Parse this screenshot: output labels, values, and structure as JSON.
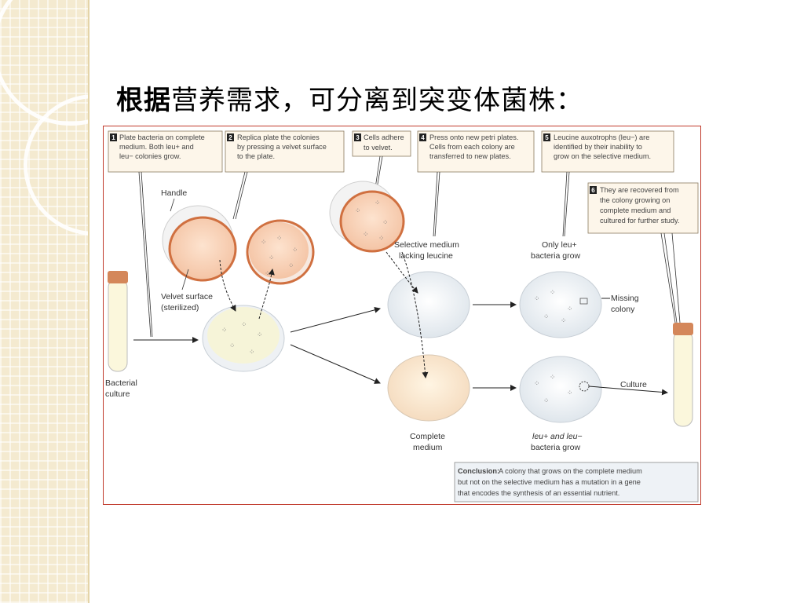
{
  "slide": {
    "title_bold": "根据",
    "title_rest": "营养需求，可分离到突变体菌株："
  },
  "figure": {
    "steps": [
      {
        "num": "1",
        "lines": [
          "Plate bacteria on complete",
          "medium. Both leu+ and",
          "leu− colonies grow."
        ]
      },
      {
        "num": "2",
        "lines": [
          "Replica plate the colonies",
          "by pressing a velvet surface",
          "to the plate."
        ]
      },
      {
        "num": "3",
        "lines": [
          "Cells adhere",
          "to velvet."
        ]
      },
      {
        "num": "4",
        "lines": [
          "Press onto new petri plates.",
          "Cells from each colony are",
          "transferred to new plates."
        ]
      },
      {
        "num": "5",
        "lines": [
          "Leucine auxotrophs (leu−) are",
          "identified by their inability to",
          "grow on the selective medium."
        ]
      },
      {
        "num": "6",
        "lines": [
          "They are recovered from",
          "the colony growing on",
          "complete medium and",
          "cultured for further study."
        ]
      }
    ],
    "labels": {
      "handle": "Handle",
      "velvet_1": "Velvet surface",
      "velvet_2": "(sterilized)",
      "bacterial_1": "Bacterial",
      "bacterial_2": "culture",
      "selective_1": "Selective medium",
      "selective_2": "lacking leucine",
      "only_leu_1": "Only leu+",
      "only_leu_2": "bacteria grow",
      "missing_1": "Missing",
      "missing_2": "colony",
      "complete_1": "Complete",
      "complete_2": "medium",
      "leu_both_1": "leu+ and leu−",
      "leu_both_2": "bacteria grow",
      "culture": "Culture"
    },
    "conclusion_head": "Conclusion:",
    "conclusion_lines": [
      "A colony that grows on the complete medium",
      "but not on the selective medium has a mutation in a gene",
      "that encodes the synthesis of an essential nutrient."
    ]
  }
}
